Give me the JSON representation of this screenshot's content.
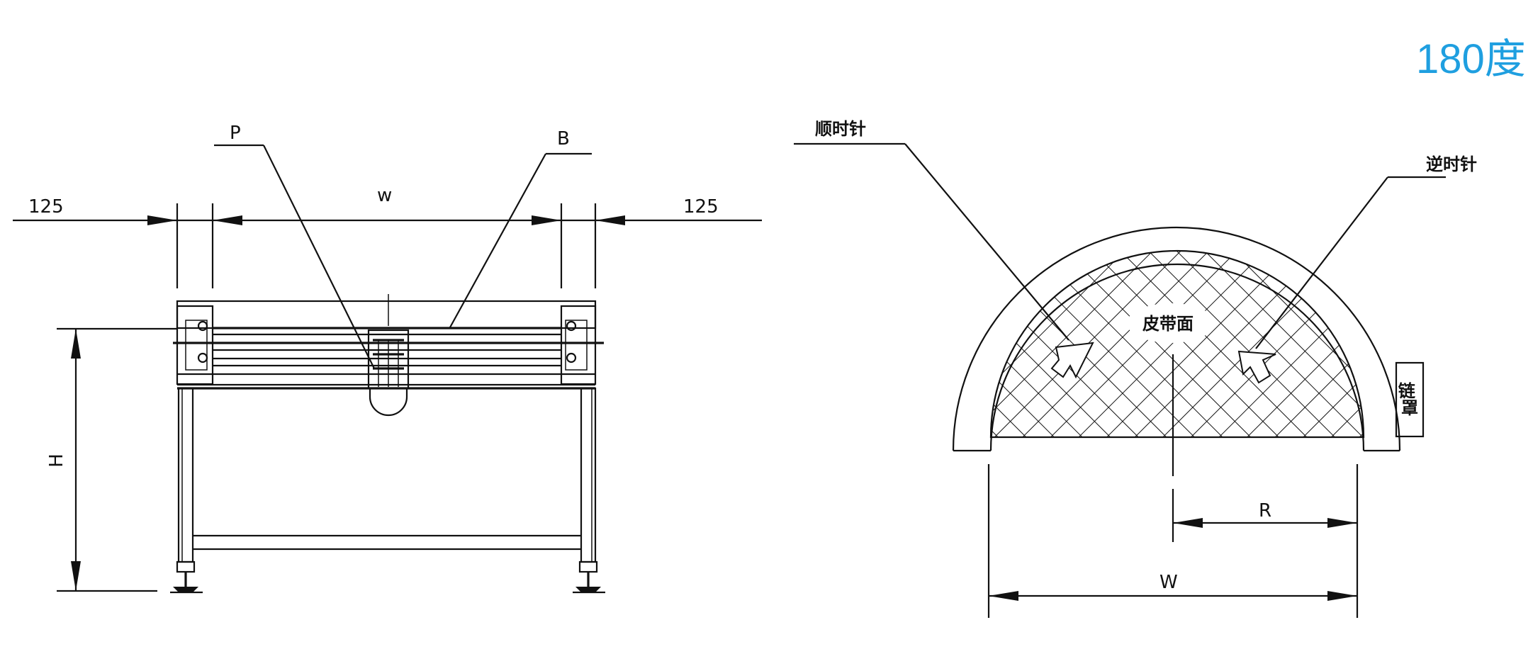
{
  "title": "180度",
  "front_view": {
    "labels": {
      "p": "P",
      "b": "B",
      "w": "w",
      "h": "H",
      "left_offset": "125",
      "right_offset": "125"
    }
  },
  "curve_view": {
    "labels": {
      "clockwise": "顺时针",
      "counterclockwise": "逆时针",
      "belt_surface": "皮带面",
      "chain_guard": "链罩",
      "r": "R",
      "w": "W"
    }
  },
  "colors": {
    "title": "#1f9fe0",
    "line": "#111111",
    "background": "#ffffff"
  }
}
